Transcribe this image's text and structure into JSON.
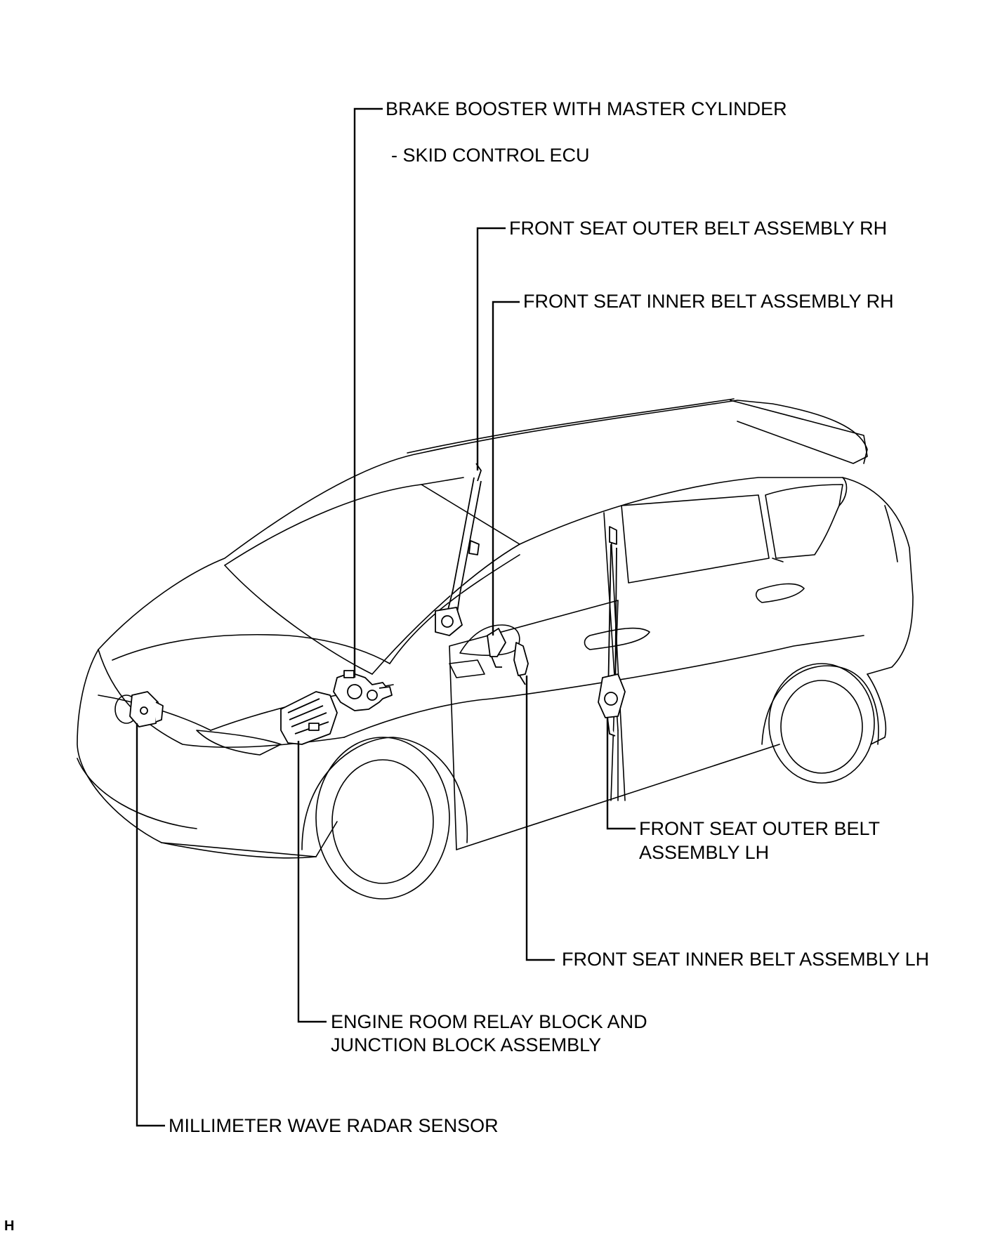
{
  "diagram": {
    "labels": {
      "brake_booster": "BRAKE BOOSTER WITH MASTER CYLINDER",
      "skid_control": "- SKID CONTROL ECU",
      "outer_belt_rh": "FRONT SEAT OUTER BELT ASSEMBLY RH",
      "inner_belt_rh": "FRONT SEAT INNER BELT ASSEMBLY RH",
      "outer_belt_lh_line1": "FRONT SEAT OUTER BELT",
      "outer_belt_lh_line2": "ASSEMBLY  LH",
      "inner_belt_lh": "FRONT SEAT INNER BELT ASSEMBLY LH",
      "relay_block_line1": "ENGINE ROOM RELAY BLOCK AND",
      "relay_block_line2": "JUNCTION BLOCK ASSEMBLY",
      "radar_sensor": "MILLIMETER WAVE RADAR SENSOR"
    },
    "corner_mark": "H"
  }
}
